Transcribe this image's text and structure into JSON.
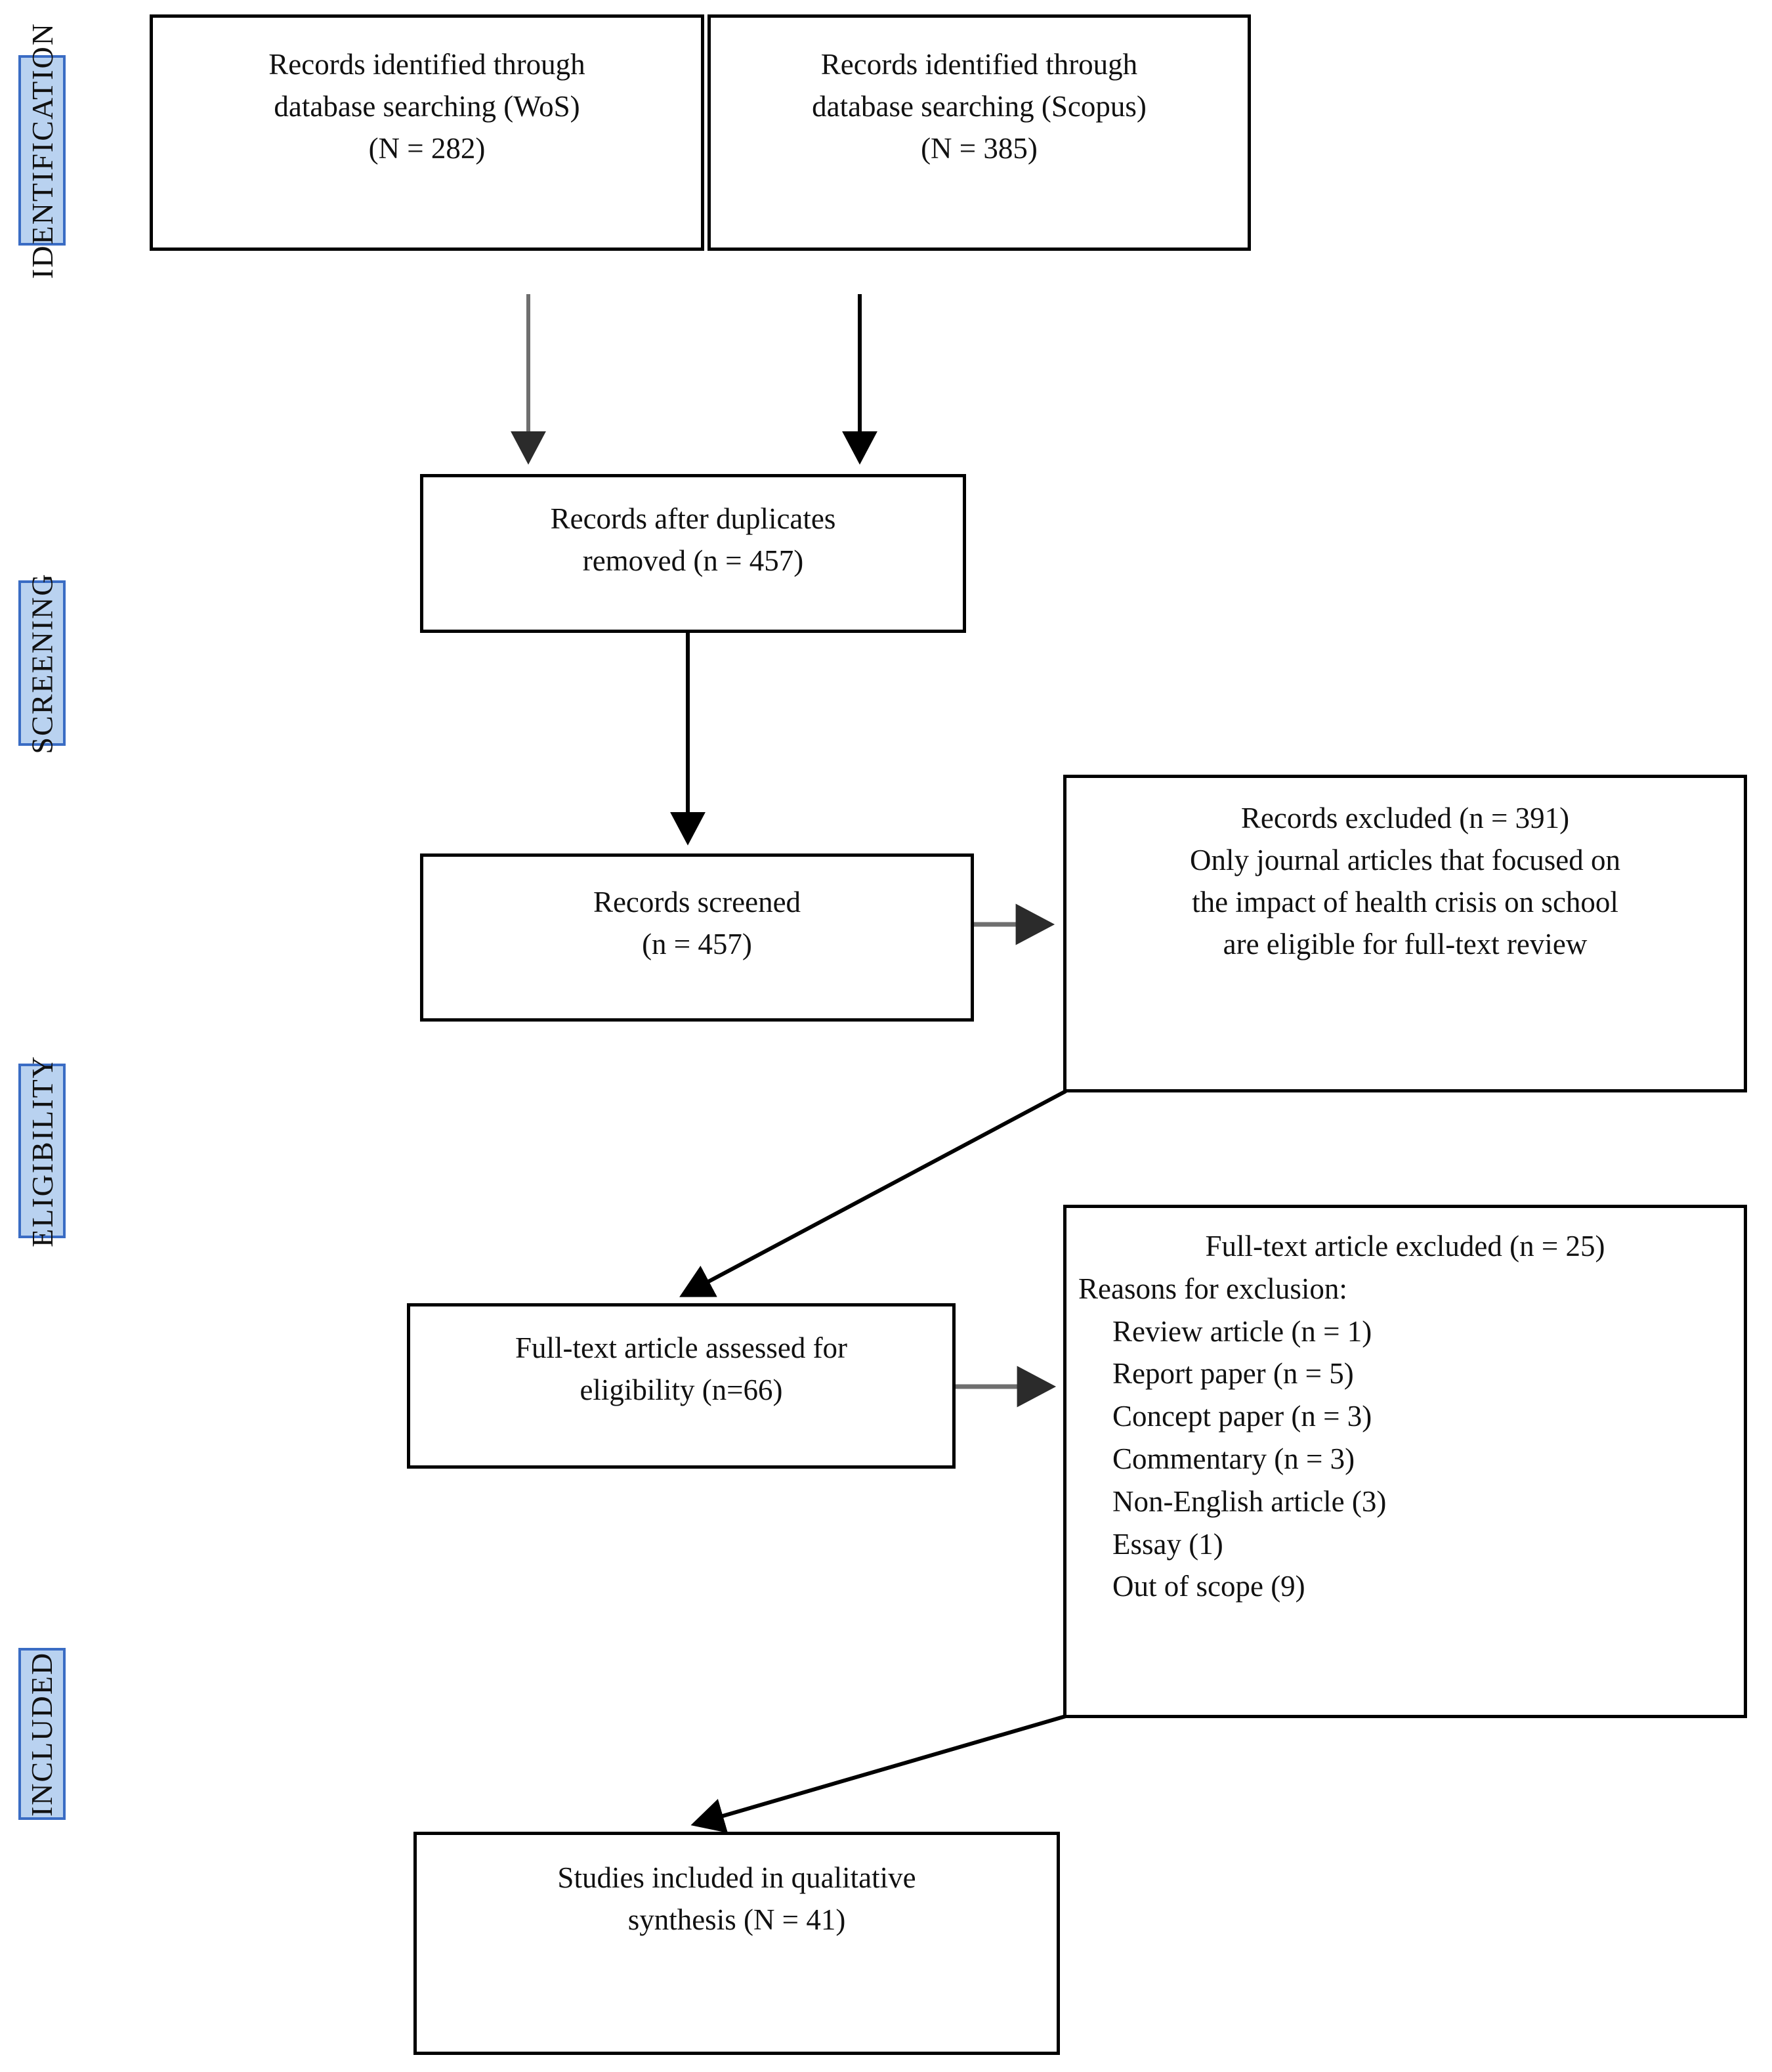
{
  "stages": [
    {
      "key": "identification",
      "label": "IDENTIFICATION"
    },
    {
      "key": "screening",
      "label": "SCREENING"
    },
    {
      "key": "eligibility",
      "label": "ELIGIBILITY"
    },
    {
      "key": "included",
      "label": "INCLUDED"
    }
  ],
  "boxes": {
    "wos": {
      "line1": "Records identified through",
      "line2": "database searching (WoS)",
      "line3": "(N = 282)"
    },
    "scopus": {
      "line1": "Records identified through",
      "line2": "database searching (Scopus)",
      "line3": "(N = 385)"
    },
    "duplicates": {
      "line1": "Records after duplicates",
      "line2": "removed (n = 457)"
    },
    "screened": {
      "line1": "Records screened",
      "line2": "(n = 457)"
    },
    "records_excluded": {
      "line1": "Records excluded (n = 391)",
      "line2": "Only journal articles that focused on",
      "line3": "the impact of health crisis on school",
      "line4": "are eligible for full-text review"
    },
    "assessed": {
      "line1": "Full-text article assessed for",
      "line2": "eligibility (n=66)"
    },
    "fulltext_excluded": {
      "title": "Full-text article excluded (n = 25)",
      "subtitle": "Reasons for exclusion:",
      "reasons": [
        "Review article (n = 1)",
        "Report paper (n = 5)",
        "Concept paper (n = 3)",
        "Commentary (n = 3)",
        "Non-English article (3)",
        "Essay (1)",
        "Out of scope (9)"
      ]
    },
    "included": {
      "line1": "Studies included in qualitative",
      "line2": "synthesis (N = 41)"
    }
  },
  "colors": {
    "label_fill": "#b9d2f0",
    "label_border": "#3a6cc4",
    "box_border": "#000000",
    "text": "#111111",
    "arrow": "#000000",
    "arrow_gray": "#6f6f6f"
  }
}
